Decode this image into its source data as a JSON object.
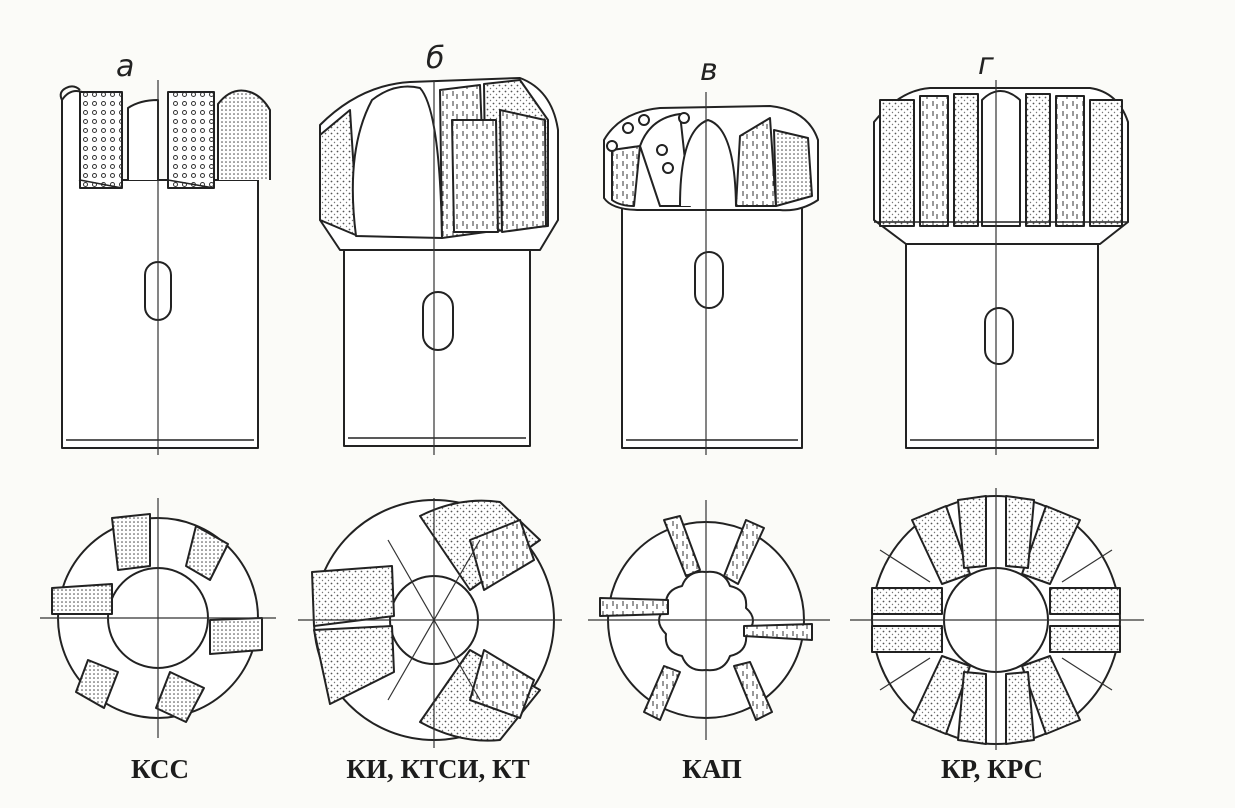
{
  "panels": [
    {
      "letter": "а",
      "caption": "КСС"
    },
    {
      "letter": "б",
      "caption": "КИ, КТСИ, КТ"
    },
    {
      "letter": "в",
      "caption": "КАП"
    },
    {
      "letter": "г",
      "caption": "КР, КРС"
    }
  ],
  "colors": {
    "ink": "#222222",
    "paper": "#fbfbf8",
    "stipple": "#555555"
  }
}
